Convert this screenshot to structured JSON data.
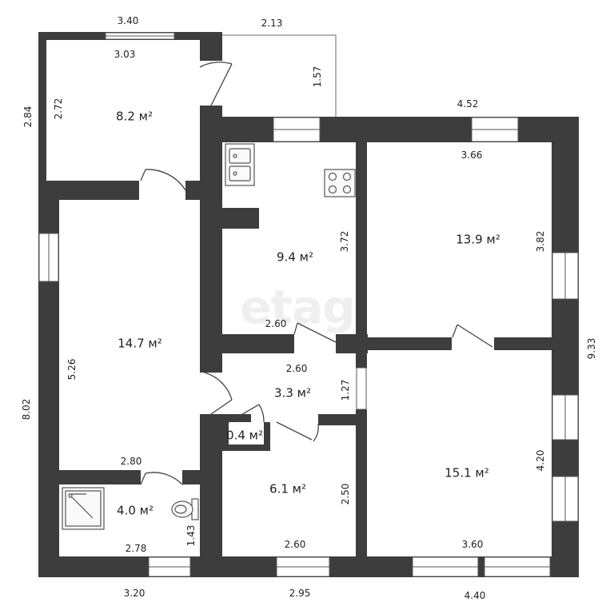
{
  "watermark": "etagi",
  "colors": {
    "wall": "#3d3d3d",
    "window": "#ffffff",
    "line": "#555555"
  },
  "icons": {
    "sink": "double-sink-icon",
    "stove": "stove-icon",
    "shower": "shower-tray-icon",
    "toilet": "toilet-icon"
  },
  "rooms": {
    "room_top_left": "8.2 м²",
    "living_left": "14.7 м²",
    "kitchen": "9.4 м²",
    "room_top_right": "13.9 м²",
    "hall": "3.3 м²",
    "closet": "0.4 м²",
    "bathroom": "4.0 м²",
    "room_mid": "6.1 м²",
    "room_bottom_right": "15.1 м²"
  },
  "dimensions": {
    "top_left_outer": "3.40",
    "top_left_inner": "3.03",
    "porch_width": "2.13",
    "porch_depth": "1.57",
    "left_upper_outer": "2.84",
    "left_upper_inner": "2.72",
    "top_right_outer": "4.52",
    "top_right_inner": "3.66",
    "kitchen_height": "3.72",
    "right_upper_room": "3.82",
    "right_outer": "9.33",
    "kitchen_width": "2.60",
    "hall_width": "2.60",
    "hall_height": "1.27",
    "living_height": "5.26",
    "left_outer": "8.02",
    "living_width": "2.80",
    "bathroom_width": "2.78",
    "bathroom_height": "1.43",
    "room_mid_height": "2.50",
    "room_mid_width": "2.60",
    "bottom_right_height": "4.20",
    "bottom_right_width": "3.60",
    "bottom_left_outer": "3.20",
    "bottom_mid_outer": "2.95",
    "bottom_right_outer": "4.40"
  }
}
